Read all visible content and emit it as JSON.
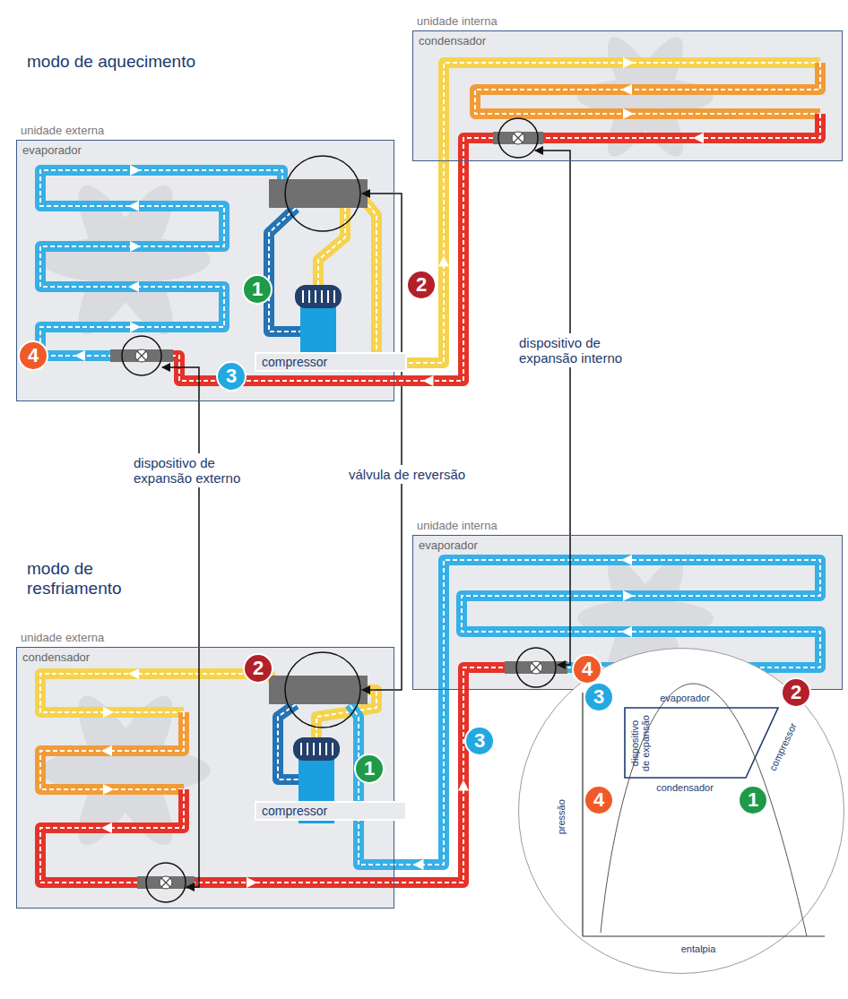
{
  "diagram": {
    "nodes": [
      {
        "text": [
          "unidade interna",
          "condensador"
        ]
      },
      {
        "text": [
          "unidade externa",
          "evaporador"
        ]
      },
      {
        "text": [
          "compressor"
        ],
        "in": 1
      },
      {
        "text": [
          "unidade interna",
          "evaporador"
        ]
      },
      {
        "text": [
          "unidade externa",
          "condensador"
        ]
      },
      {
        "text": [
          "compressor"
        ],
        "in": 4
      },
      {
        "text": [
          "evaporador",
          "dispositivo de expansão",
          "compressor",
          "condensador",
          "pressão",
          "entalpia"
        ]
      }
    ],
    "edges": [
      {
        "from": 1,
        "to": 0,
        "arrow": "to"
      },
      {
        "from": 0,
        "to": 1,
        "arrow": "to"
      },
      {
        "from": 4,
        "to": 3,
        "arrow": "to"
      },
      {
        "from": 3,
        "to": 4,
        "arrow": "to"
      }
    ],
    "labels": [
      "modo de aquecimento",
      "1",
      "2",
      "3",
      "4",
      "dispositivo de expansão externo",
      "válvula de reversão",
      "dispositivo de expansão interno",
      "modo de resfriamento",
      "2",
      "4",
      "3",
      "1",
      "3",
      "2",
      "4",
      "1"
    ]
  }
}
